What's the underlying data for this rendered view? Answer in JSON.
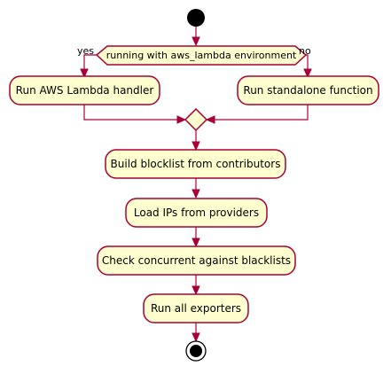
{
  "diagram": {
    "decision": {
      "condition": "running with aws_lambda environment",
      "yes_label": "yes",
      "no_label": "no"
    },
    "branches": {
      "left": "Run AWS Lambda handler",
      "right": "Run standalone function"
    },
    "steps": [
      "Build blocklist from contributors",
      "Load IPs from providers",
      "Check concurrent against blacklists",
      "Run all exporters"
    ],
    "colors": {
      "border": "#A80036",
      "fill": "#FEFECE",
      "start_end": "#000000"
    }
  }
}
